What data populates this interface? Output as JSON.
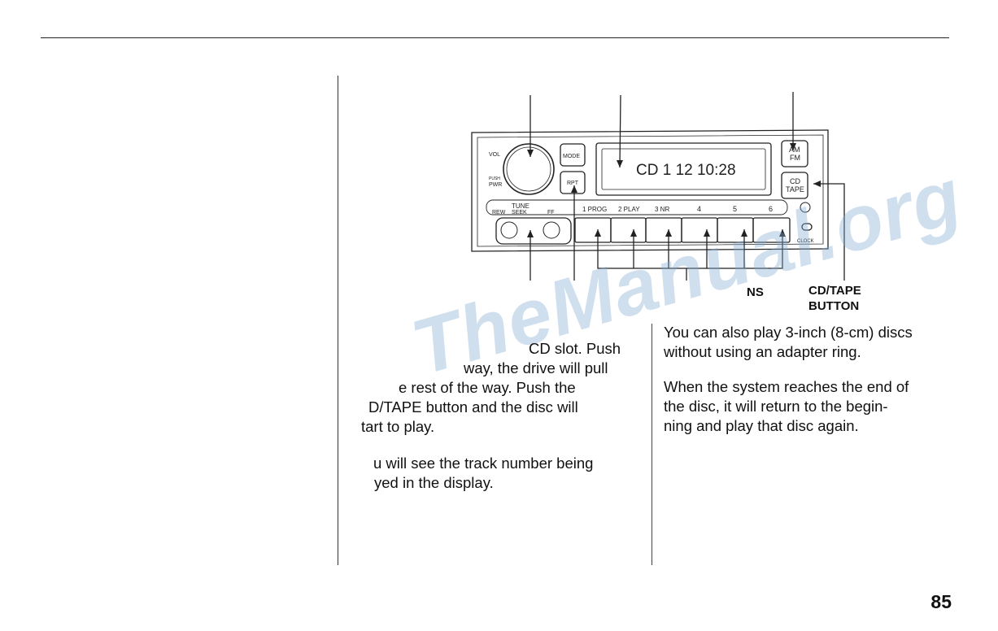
{
  "page_number": "85",
  "callouts": {
    "ns": "NS",
    "cd_tape_button": [
      "CD/TAPE",
      "BUTTON"
    ]
  },
  "radio_unit": {
    "vol": "VOL",
    "push_pwr": "PUSH",
    "pwr": "PWR",
    "mode": "MODE",
    "rpt": "RPT",
    "am": "AM",
    "fm": "FM",
    "cd": "CD",
    "tape": "TAPE",
    "display": "CD 1 12  10:28",
    "tune": "TUNE",
    "seek": "SEEK",
    "rew": "REW",
    "ff": "FF",
    "presets": [
      "1 PROG",
      "2 PLAY",
      "3 NR",
      "4",
      "5",
      "6"
    ],
    "clock": "CLOCK"
  },
  "col1_lines": [
    "CD slot. Push",
    "way, the drive will pull",
    "e rest of the way. Push the",
    "D/TAPE button and the disc will",
    "tart to play.",
    "",
    "u will see the track number being",
    "yed in the display."
  ],
  "col2": {
    "para1": [
      "You can also play 3-inch (8-cm) discs",
      "without using an adapter ring."
    ],
    "para2": [
      "When the system reaches the end of",
      "the disc, it will return to the begin-",
      "ning and play that disc again."
    ]
  },
  "watermark": "TheManual.org"
}
